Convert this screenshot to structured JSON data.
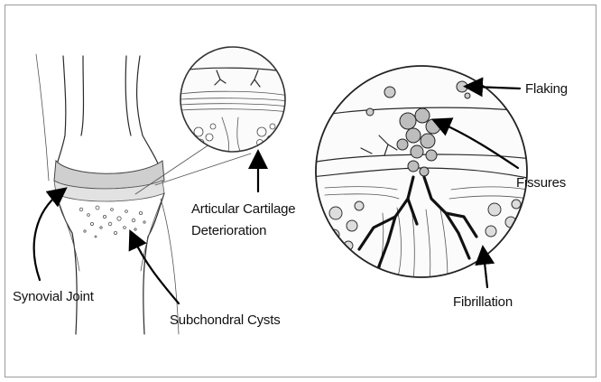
{
  "labels": {
    "flaking": "Flaking",
    "fissures": "Fissures",
    "fibrillation": "Fibrillation",
    "articular_line1": "Articular Cartilage",
    "articular_line2": "Deterioration",
    "synovial": "Synovial Joint",
    "subchondral": "Subchondral Cysts"
  }
}
